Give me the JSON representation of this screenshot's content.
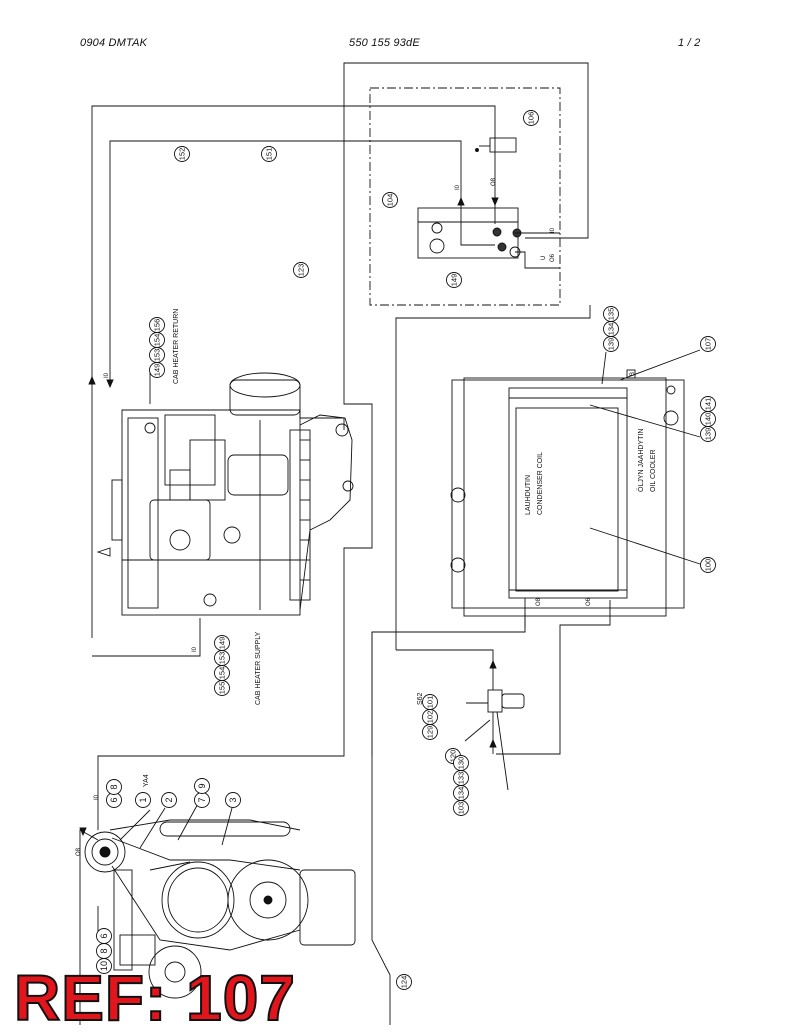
{
  "header": {
    "left": "0904   DMTAK",
    "center": "550 155 93dE",
    "right": "1 /   2"
  },
  "callouts": {
    "c152": "152",
    "c151": "151",
    "c106": "106",
    "c104": "104",
    "c149": "149",
    "c123": "123",
    "cab_return": [
      "149",
      "153",
      "154",
      "156"
    ],
    "cab_supply": [
      "155",
      "154",
      "153",
      "149"
    ],
    "cooler_top": [
      "139",
      "134",
      "135"
    ],
    "c107": "107",
    "cooler_right": [
      "139",
      "140",
      "141"
    ],
    "c100": "100",
    "valve_top": [
      "129",
      "102",
      "101"
    ],
    "c120": "120",
    "valve_bottom": [
      "103",
      "134",
      "133",
      "130"
    ],
    "compressor": [
      "6",
      "8",
      "1",
      "2",
      "7",
      "9",
      "3"
    ],
    "left_bottom": [
      "10",
      "8",
      "6"
    ],
    "c124": "124"
  },
  "labels": {
    "cab_heater_return": "CAB HEATER RETURN",
    "cab_heater_supply": "CAB HEATER SUPPLY",
    "condenser_fi": "LAUHDUTIN",
    "condenser_en": "CONDENSER COIL",
    "oil_cooler_fi": "ÖLJYN JAAHDYTIN",
    "oil_cooler_en": "OIL COOLER",
    "ya4": "YA4",
    "s62": "S62"
  },
  "pipe_marks": {
    "i0": "I0",
    "o8": "O8",
    "o6": "O6",
    "u": "U",
    "b": "B"
  },
  "ref_stamp": "REF: 107",
  "colors": {
    "stamp_red": "#e0161c",
    "line": "#111111"
  }
}
